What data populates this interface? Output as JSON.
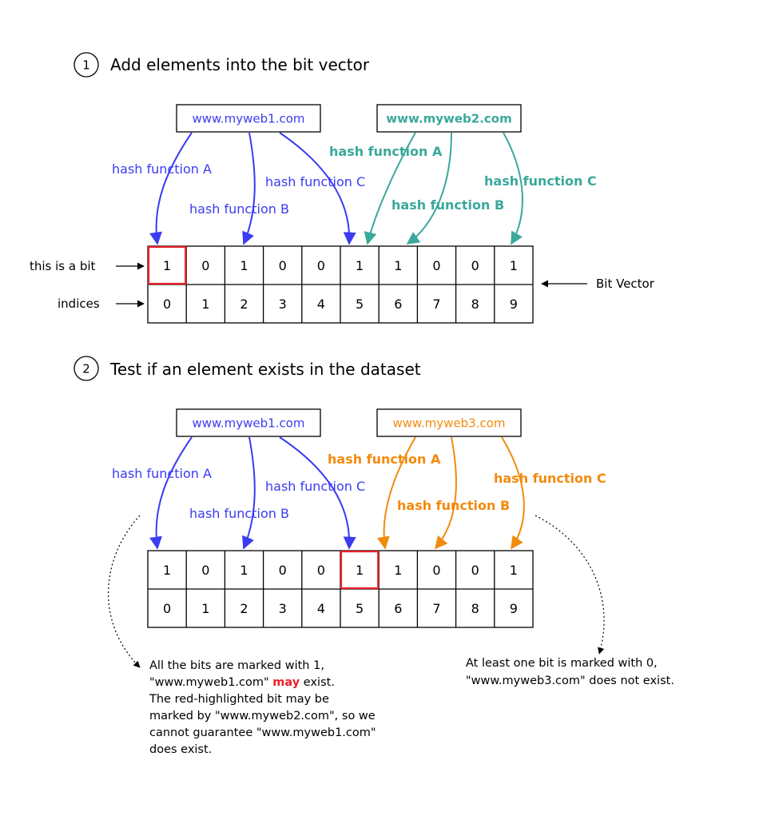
{
  "colors": {
    "blue": "#3b3bf2",
    "teal": "#3aa89b",
    "orange": "#f28a0c",
    "highlight": "#e8202a"
  },
  "section1": {
    "number": "1",
    "title": "Add elements into the bit vector",
    "url_a": "www.myweb1.com",
    "url_b": "www.myweb2.com",
    "labels_a": [
      "hash function A",
      "hash function B",
      "hash function C"
    ],
    "labels_b": [
      "hash function A",
      "hash function B",
      "hash function C"
    ],
    "bit_label": "this is a bit",
    "indices_label": "indices",
    "vector_label": "Bit Vector",
    "bits": [
      "1",
      "0",
      "1",
      "0",
      "0",
      "1",
      "1",
      "0",
      "0",
      "1"
    ],
    "indices": [
      "0",
      "1",
      "2",
      "3",
      "4",
      "5",
      "6",
      "7",
      "8",
      "9"
    ],
    "highlighted_index": 0
  },
  "section2": {
    "number": "2",
    "title": "Test if an element exists in the dataset",
    "url_a": "www.myweb1.com",
    "url_b": "www.myweb3.com",
    "labels_a": [
      "hash function A",
      "hash function B",
      "hash function C"
    ],
    "labels_b": [
      "hash function A",
      "hash function B",
      "hash function C"
    ],
    "bits": [
      "1",
      "0",
      "1",
      "0",
      "0",
      "1",
      "1",
      "0",
      "0",
      "1"
    ],
    "indices": [
      "0",
      "1",
      "2",
      "3",
      "4",
      "5",
      "6",
      "7",
      "8",
      "9"
    ],
    "highlighted_index": 5,
    "note_left": {
      "line1": "All the bits are marked with 1,",
      "line2_pre": "\"www.myweb1.com\" ",
      "line2_em": "may",
      "line2_post": " exist.",
      "line3": "The red-highlighted bit may be",
      "line4": "marked by \"www.myweb2.com\", so we",
      "line5": "cannot guarantee \"www.myweb1.com\"",
      "line6": "does exist."
    },
    "note_right": {
      "line1": "At least one bit is marked with 0,",
      "line2": "\"www.myweb3.com\" does not exist."
    }
  }
}
